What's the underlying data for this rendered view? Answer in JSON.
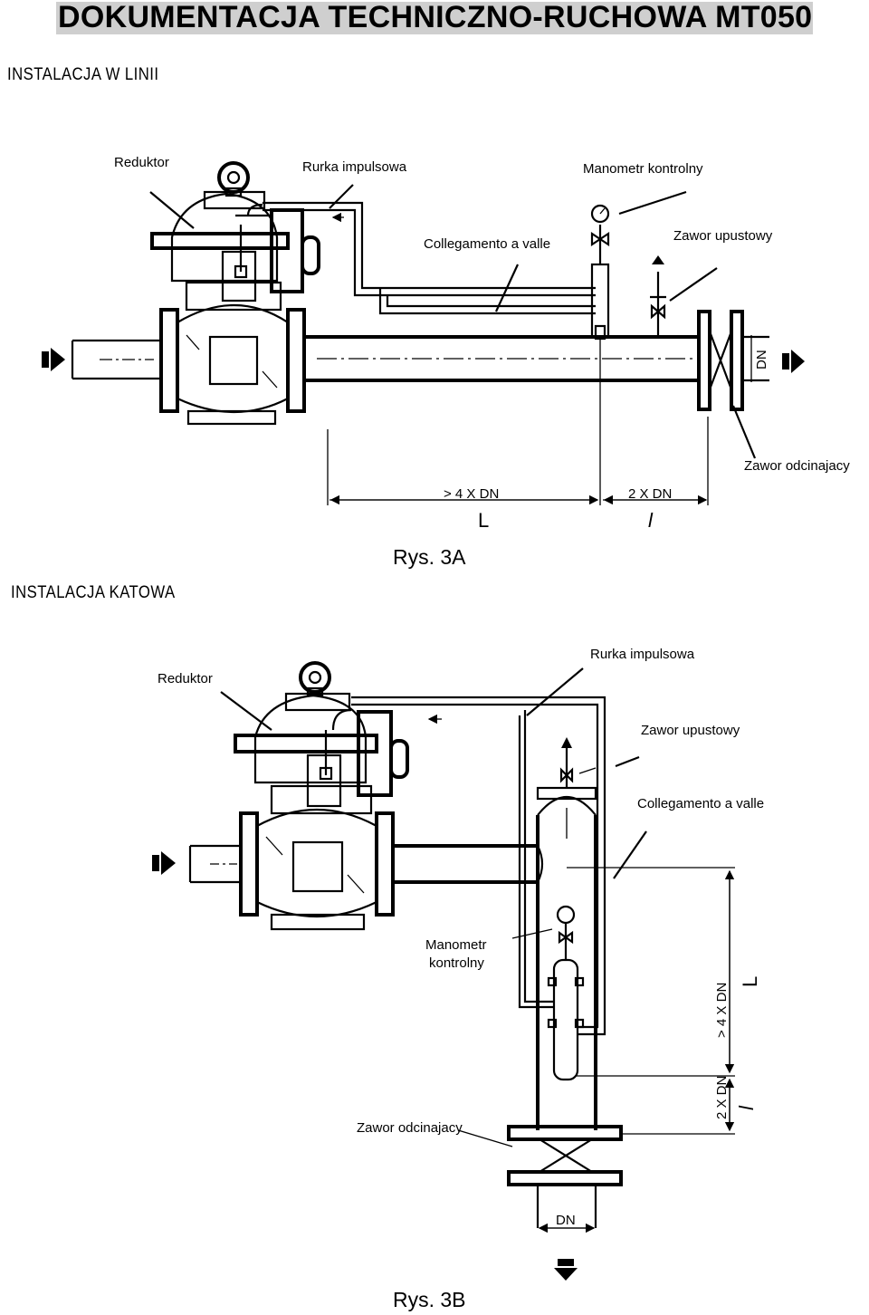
{
  "header": {
    "title": "DOKUMENTACJA TECHNICZNO-RUCHOWA MT050"
  },
  "figure_a": {
    "section_title": "INSTALACJA W LINII",
    "caption": "Rys. 3A",
    "labels": {
      "reduktor": "Reduktor",
      "rurka": "Rurka impulsowa",
      "manometr": "Manometr kontrolny",
      "zawor_upustowy": "Zawor upustowy",
      "collegamento": "Collegamento a valle",
      "zawor_odcinajacy": "Zawor odcinajacy",
      "dim_4dn": "> 4 X DN",
      "dim_2dn": "2 X DN",
      "dim_L": "L",
      "dim_l": "l",
      "dn": "DN"
    }
  },
  "figure_b": {
    "section_title": "INSTALACJA KATOWA",
    "caption": "Rys. 3B",
    "labels": {
      "reduktor": "Reduktor",
      "rurka": "Rurka impulsowa",
      "zawor_upustowy": "Zawor upustowy",
      "collegamento": "Collegamento a valle",
      "manometr_1": "Manometr",
      "manometr_2": "kontrolny",
      "zawor_odcinajacy": "Zawor odcinajacy",
      "dim_4dn": "> 4 X DN",
      "dim_2dn": "2 X DN",
      "dim_L": "L",
      "dim_l": "l",
      "dn": "DN"
    }
  }
}
